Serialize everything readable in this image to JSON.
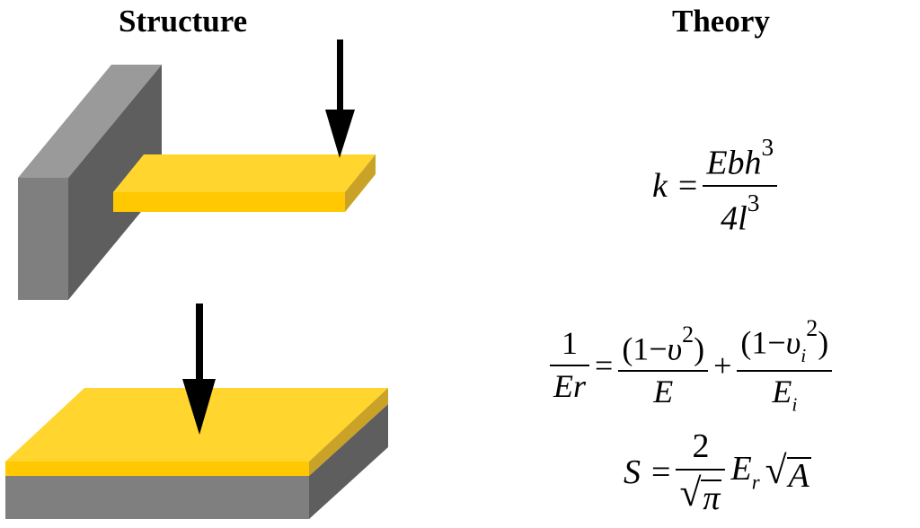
{
  "headings": {
    "structure": "Structure",
    "theory": "Theory"
  },
  "colors": {
    "gold_top": "#FFD52E",
    "gold_front": "#FFC800",
    "gold_side": "#C9A227",
    "grey_light": "#9A9A9A",
    "grey_mid": "#7F7F7F",
    "grey_dark": "#5E5E5E",
    "arrow": "#000000"
  },
  "equations": {
    "k": {
      "lhs": "k",
      "eq": "=",
      "num_base": "Ebh",
      "num_exp": "3",
      "den_base": "4l",
      "den_exp": "3"
    },
    "er": {
      "lhs_num": "1",
      "lhs_den": "Er",
      "eq": "=",
      "t1_open": "(1",
      "t1_minus": "−",
      "t1_var": "υ",
      "t1_exp": "2",
      "t1_close": ")",
      "t1_den": "E",
      "plus": "+",
      "t2_open": "(1",
      "t2_minus": "−",
      "t2_var": "υ",
      "t2_sub": "i",
      "t2_exp": "2",
      "t2_close": ")",
      "t2_den_base": "E",
      "t2_den_sub": "i"
    },
    "s": {
      "lhs": "S",
      "eq": "=",
      "frac_num": "2",
      "frac_den_rad": "√",
      "frac_den_var": "π",
      "er_base": "E",
      "er_sub": "r",
      "rad": "√",
      "rad_var": "A"
    }
  }
}
